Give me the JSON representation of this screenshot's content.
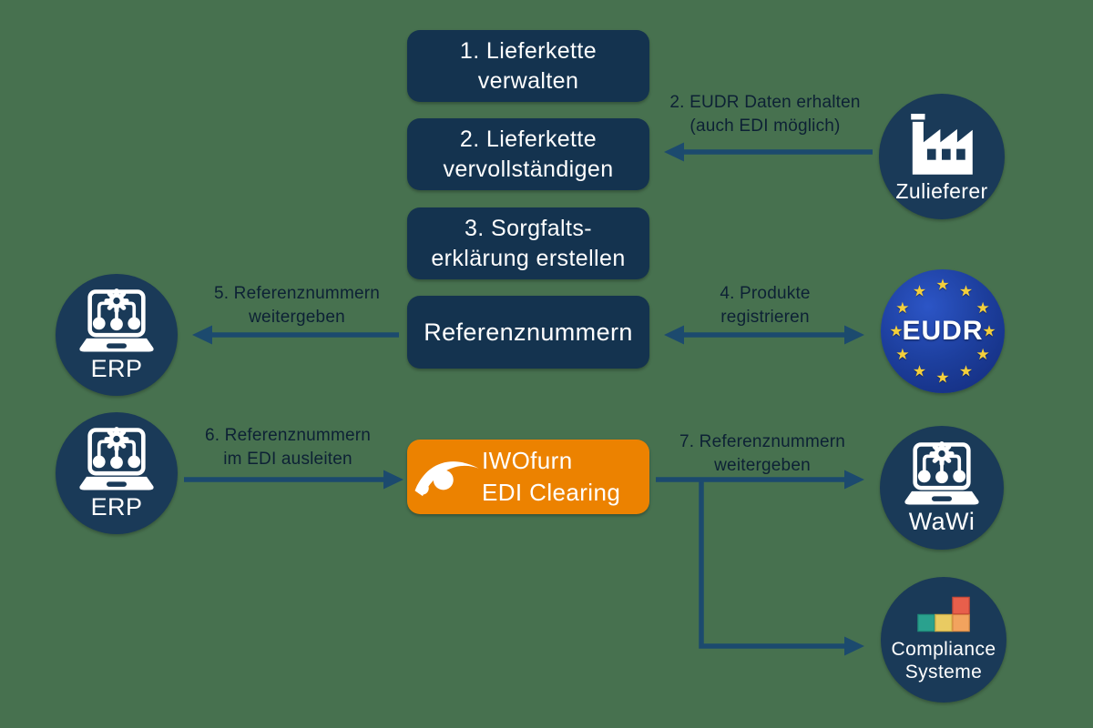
{
  "canvas": {
    "background_color": "#47714f"
  },
  "palette": {
    "box_navy": "#14334f",
    "circle_navy": "#1a3a58",
    "arrow_navy": "#1c4a6e",
    "label_text": "#0d2135",
    "hub_orange": "#ec8200",
    "eu_flag_blue": "#1d3f9e",
    "star_gold": "#f4cf3c",
    "block_teal": "#2aa18e",
    "block_yellow": "#e9cb62",
    "block_orange": "#f2a35e",
    "block_red": "#e85f4b"
  },
  "process_boxes": [
    {
      "label": "1. Lieferkette\nverwalten"
    },
    {
      "label": "2. Lieferkette\nvervollständigen"
    },
    {
      "label": "3. Sorgfalts-\nerklärung erstellen"
    },
    {
      "label": "Referenznummern"
    }
  ],
  "hub": {
    "line1": "IWOfurn",
    "line2": "EDI Clearing",
    "logo": "iwofurn-swoosh-logo"
  },
  "entities": [
    {
      "id": "zulieferer",
      "label": "Zulieferer",
      "icon": "factory-icon"
    },
    {
      "id": "eudr",
      "label": "EUDR",
      "icon": "eu-flag-stars"
    },
    {
      "id": "erp-top",
      "label": "ERP",
      "icon": "laptop-network-icon"
    },
    {
      "id": "erp-bottom",
      "label": "ERP",
      "icon": "laptop-network-icon"
    },
    {
      "id": "wawi",
      "label": "WaWi",
      "icon": "laptop-network-icon"
    },
    {
      "id": "compliance",
      "label": "Compliance\nSysteme",
      "icon": "stacked-blocks-icon"
    }
  ],
  "flow_labels": [
    {
      "id": "2",
      "text": "2. EUDR Daten erhalten\n(auch EDI möglich)"
    },
    {
      "id": "4",
      "text": "4. Produkte\nregistrieren"
    },
    {
      "id": "5",
      "text": "5. Referenznummern\nweitergeben"
    },
    {
      "id": "6",
      "text": "6. Referenznummern\nim EDI ausleiten"
    },
    {
      "id": "7",
      "text": "7. Referenznummern\nweitergeben"
    }
  ]
}
